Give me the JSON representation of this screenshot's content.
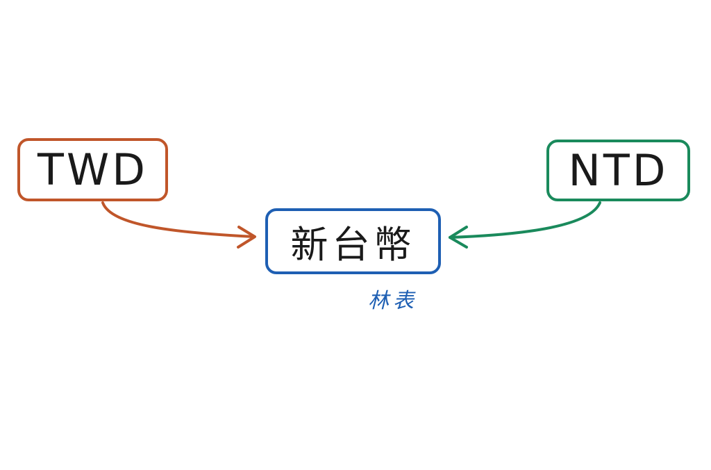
{
  "nodes": {
    "left": {
      "label": "TWD",
      "color": "#c0562a"
    },
    "right": {
      "label": "NTD",
      "color": "#1a8a5c"
    },
    "center": {
      "label": "新台幣",
      "color": "#1e5fb3"
    }
  },
  "annotation": {
    "text": "林表",
    "color": "#1e5fb3"
  },
  "edges": [
    {
      "from": "left",
      "to": "center",
      "color": "#c0562a"
    },
    {
      "from": "right",
      "to": "center",
      "color": "#1a8a5c"
    }
  ]
}
